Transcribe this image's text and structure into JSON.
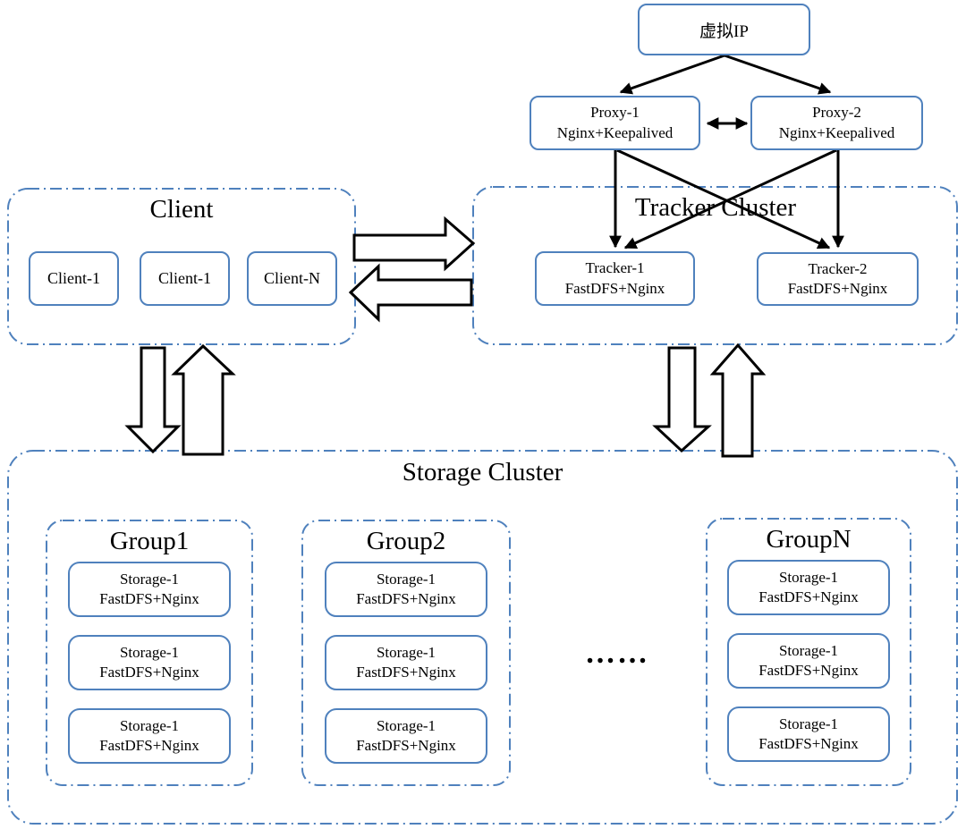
{
  "diagram": {
    "colors": {
      "accent_border": "#4f81bd",
      "arrow": "#000000",
      "text": "#000000"
    },
    "vip": {
      "label": "虚拟IP"
    },
    "proxies": [
      {
        "line1": "Proxy-1",
        "line2": "Nginx+Keepalived"
      },
      {
        "line1": "Proxy-2",
        "line2": "Nginx+Keepalived"
      }
    ],
    "client_cluster": {
      "title": "Client",
      "nodes": [
        {
          "label": "Client-1"
        },
        {
          "label": "Client-1"
        },
        {
          "label": "Client-N"
        }
      ]
    },
    "tracker_cluster": {
      "title": "Tracker Cluster",
      "nodes": [
        {
          "line1": "Tracker-1",
          "line2": "FastDFS+Nginx"
        },
        {
          "line1": "Tracker-2",
          "line2": "FastDFS+Nginx"
        }
      ]
    },
    "storage_cluster": {
      "title": "Storage Cluster",
      "ellipsis": "……",
      "groups": [
        {
          "title": "Group1",
          "nodes": [
            {
              "line1": "Storage-1",
              "line2": "FastDFS+Nginx"
            },
            {
              "line1": "Storage-1",
              "line2": "FastDFS+Nginx"
            },
            {
              "line1": "Storage-1",
              "line2": "FastDFS+Nginx"
            }
          ]
        },
        {
          "title": "Group2",
          "nodes": [
            {
              "line1": "Storage-1",
              "line2": "FastDFS+Nginx"
            },
            {
              "line1": "Storage-1",
              "line2": "FastDFS+Nginx"
            },
            {
              "line1": "Storage-1",
              "line2": "FastDFS+Nginx"
            }
          ]
        },
        {
          "title": "GroupN",
          "nodes": [
            {
              "line1": "Storage-1",
              "line2": "FastDFS+Nginx"
            },
            {
              "line1": "Storage-1",
              "line2": "FastDFS+Nginx"
            },
            {
              "line1": "Storage-1",
              "line2": "FastDFS+Nginx"
            }
          ]
        }
      ]
    }
  }
}
